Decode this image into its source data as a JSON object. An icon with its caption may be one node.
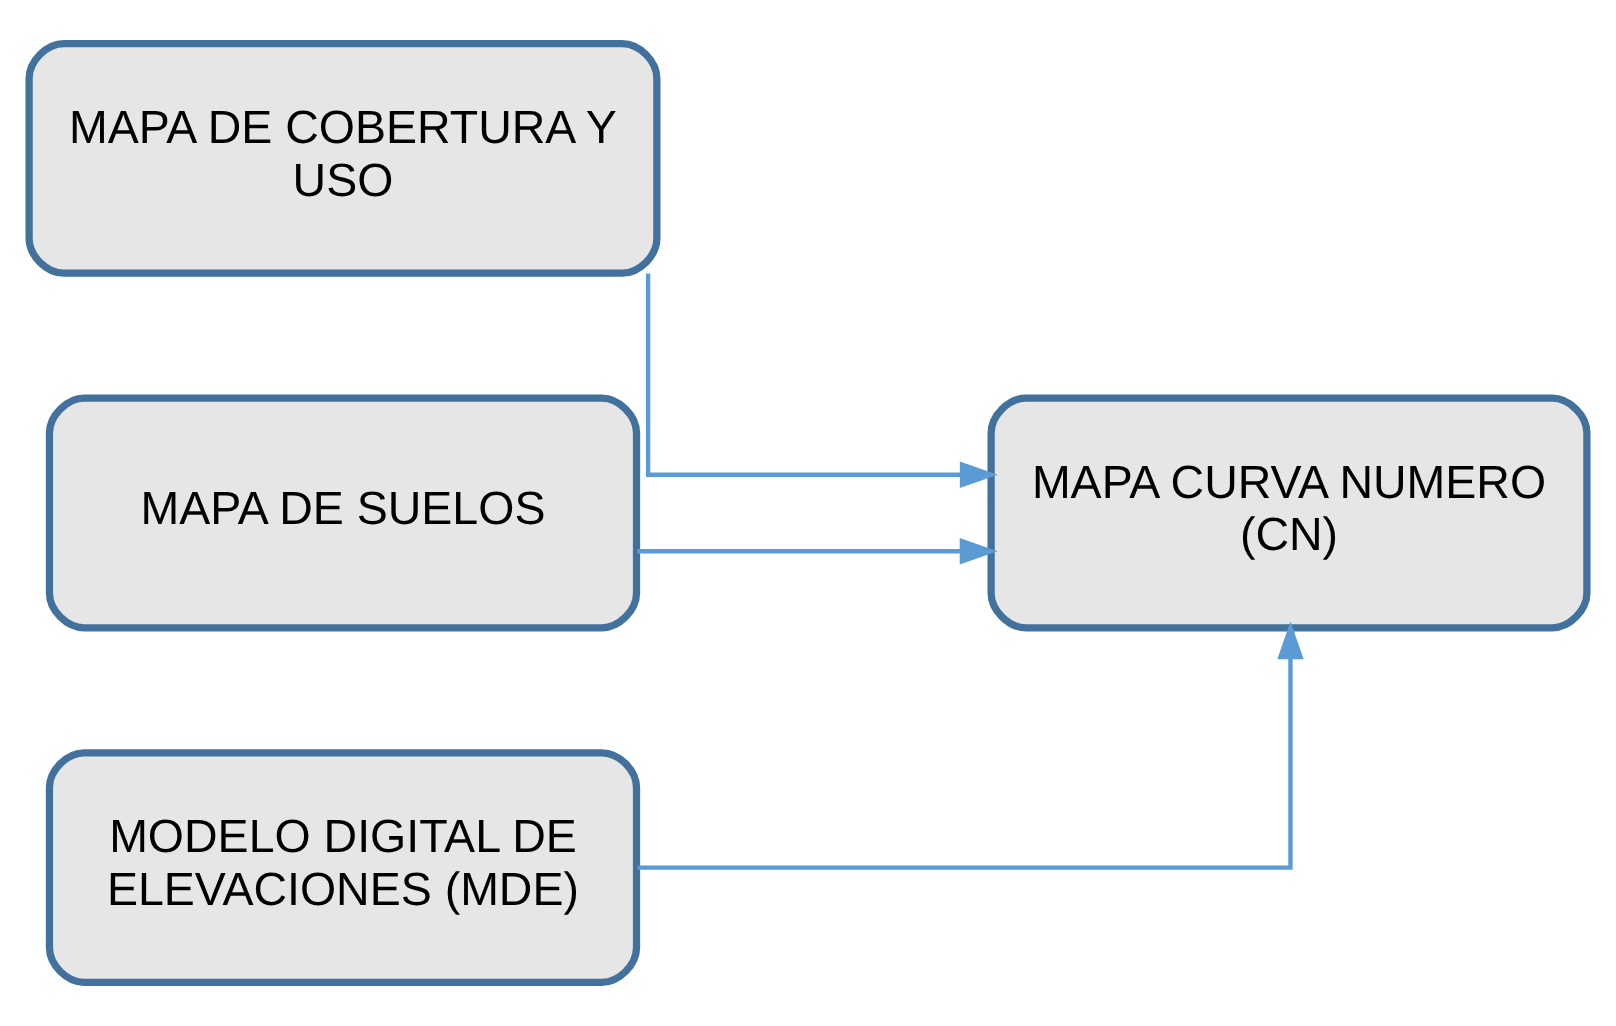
{
  "diagram": {
    "nodes": [
      {
        "text": [
          "MAPA DE COBERTURA Y USO"
        ]
      },
      {
        "text": [
          "MAPA DE SUELOS"
        ]
      },
      {
        "text": [
          "MODELO DIGITAL DE ELEVACIONES (MDE)"
        ]
      },
      {
        "text": [
          "MAPA CURVA NUMERO (CN)"
        ]
      }
    ],
    "edges": [
      {
        "from": 0,
        "to": 3,
        "arrow": "to"
      },
      {
        "from": 1,
        "to": 3,
        "arrow": "to"
      },
      {
        "from": 2,
        "to": 3,
        "arrow": "to"
      }
    ]
  }
}
